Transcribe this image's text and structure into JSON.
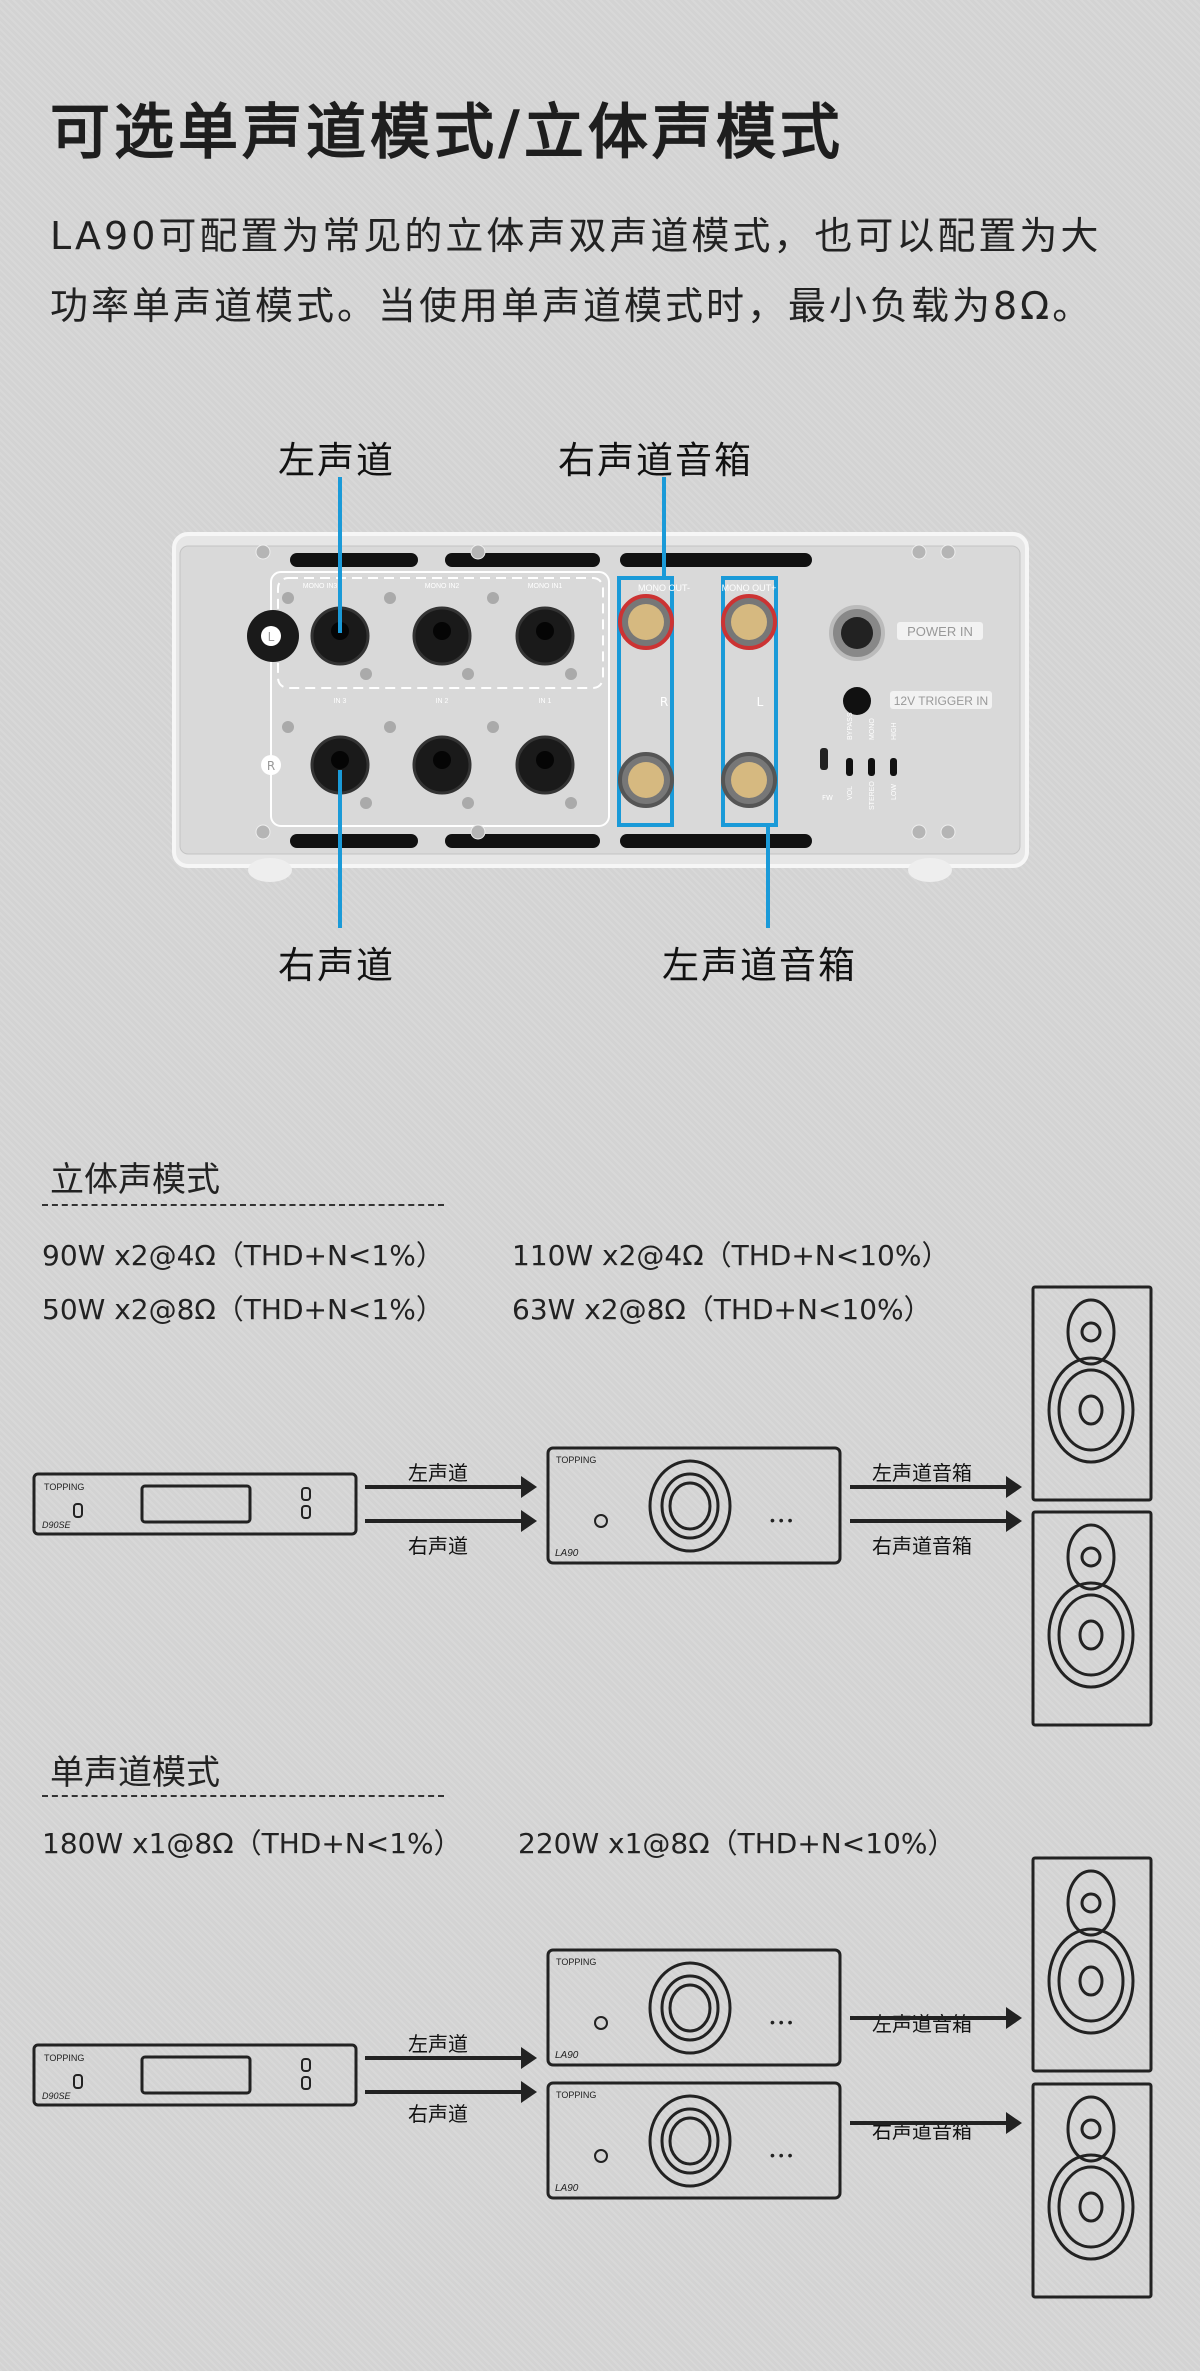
{
  "title": "可选单声道模式/立体声模式",
  "intro": [
    "LA90可配置为常见的立体声双声道模式，也可以配置为大",
    "功率单声道模式。当使用单声道模式时，最小负载为8Ω。"
  ],
  "callouts": {
    "left_channel": "左声道",
    "right_speaker": "右声道音箱",
    "right_channel": "右声道",
    "left_speaker": "左声道音箱"
  },
  "panel": {
    "mono_in": [
      "MONO IN3",
      "MONO IN2",
      "MONO IN1"
    ],
    "in": [
      "IN 3",
      "IN 2",
      "IN 1"
    ],
    "ch_l": "L",
    "ch_r": "R",
    "mono_out_minus": "MONO OUT-",
    "mono_out_plus": "MONO OUT+",
    "post_r": "R",
    "post_l": "L",
    "power_in": "POWER IN",
    "trigger_in": "12V TRIGGER IN",
    "fw": "FW",
    "sw1": [
      "BYPASS",
      "VOL"
    ],
    "sw2": [
      "MONO",
      "STEREO"
    ],
    "sw3": [
      "HIGH",
      "LOW"
    ]
  },
  "stereo": {
    "heading": "立体声模式",
    "specs": [
      "90W x2@4Ω（THD+N<1%）",
      "110W x2@4Ω（THD+N<10%）",
      "50W x2@8Ω（THD+N<1%）",
      "63W x2@8Ω（THD+N<10%）"
    ]
  },
  "mono": {
    "heading": "单声道模式",
    "specs": [
      "180W x1@8Ω（THD+N<1%）",
      "220W x1@8Ω（THD+N<10%）"
    ]
  },
  "diagram": {
    "brand": "TOPPING",
    "source_model": "D90SE",
    "amp_model": "LA90",
    "left": "左声道",
    "right": "右声道",
    "left_spk": "左声道音箱",
    "right_spk": "右声道音箱",
    "dots": "• • •"
  },
  "colors": {
    "accent": "#1a9ad8"
  }
}
